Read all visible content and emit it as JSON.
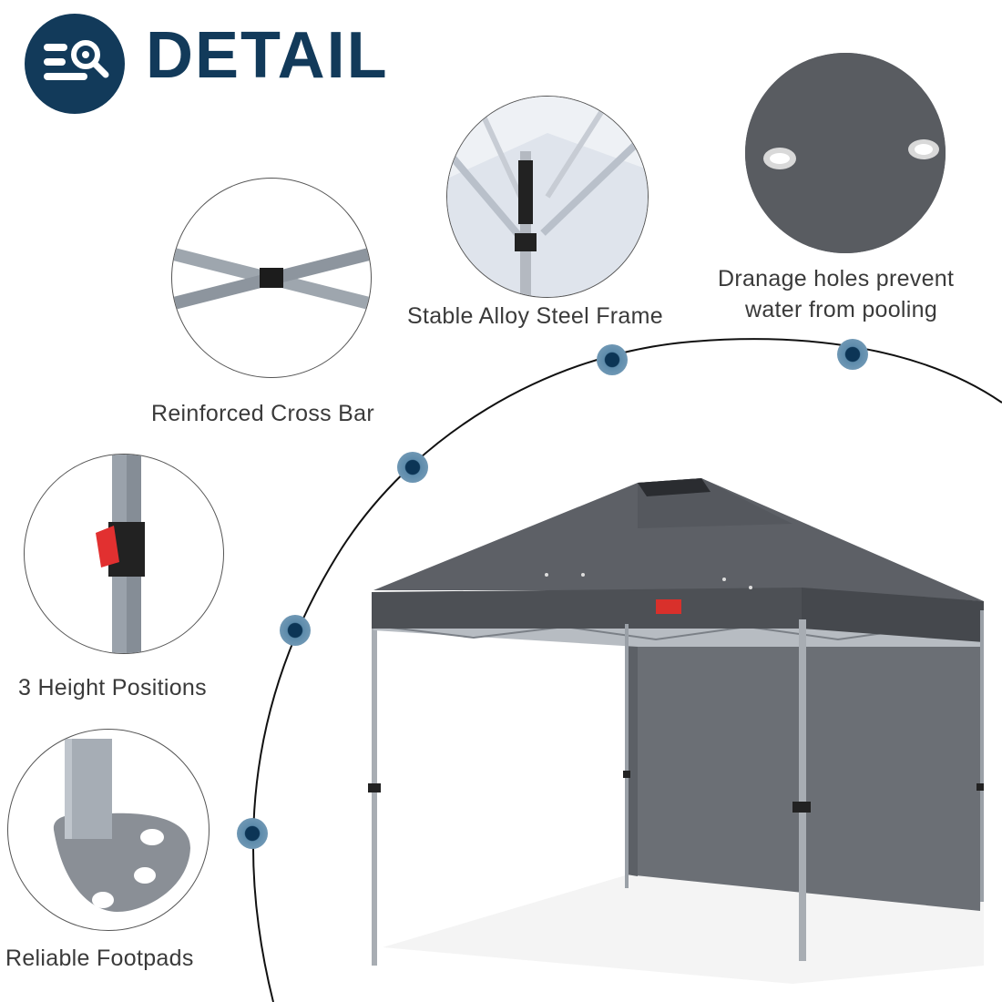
{
  "header": {
    "title": "DETAIL",
    "icon": "detail-search-icon",
    "accent_color": "#123a5a"
  },
  "features": [
    {
      "label": "Reinforced Cross Bar"
    },
    {
      "label": "Stable Alloy Steel Frame"
    },
    {
      "label": "Dranage holes prevent",
      "label_line2": "water from pooling"
    },
    {
      "label": "3 Height Positions"
    },
    {
      "label": "Reliable Footpads"
    }
  ],
  "colors": {
    "canopy": "#5b5e63",
    "canopy_dark": "#4a4d52",
    "frame": "#a8adb3",
    "dot": "#0c3556",
    "dot_halo": "#6e96b3",
    "arc": "#111111",
    "brand_mark": "#d9302b",
    "lever": "#e23030"
  }
}
